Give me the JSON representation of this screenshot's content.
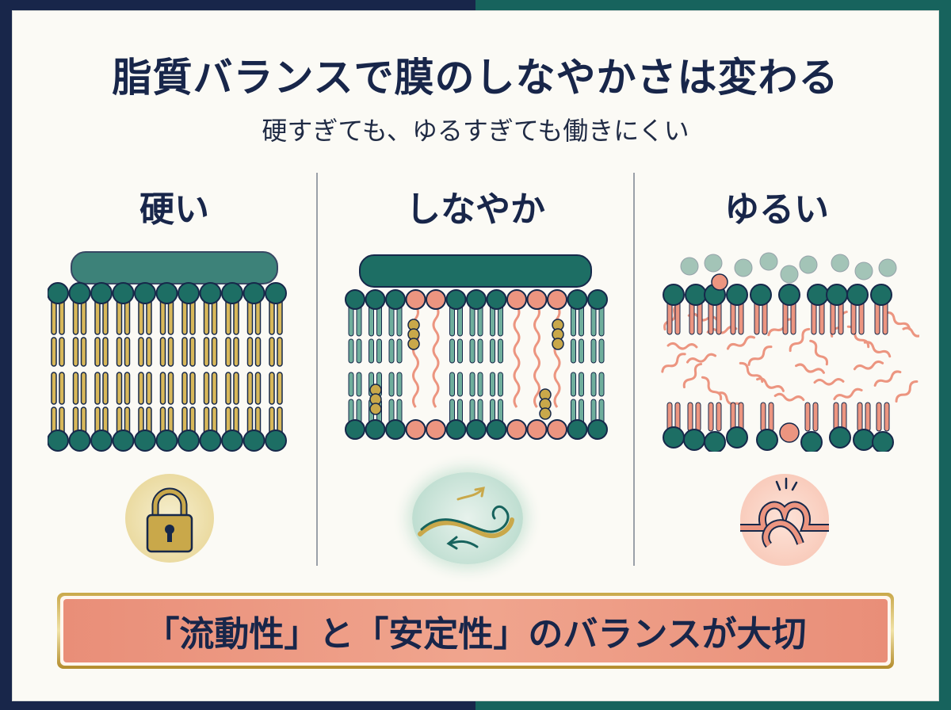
{
  "header": {
    "title": "脂質バランスで膜のしなやかさは変わる",
    "subtitle": "硬すぎても、ゆるすぎても働きにくい"
  },
  "columns": [
    {
      "label": "硬い",
      "icon": "lock-icon",
      "state": "rigid"
    },
    {
      "label": "しなやか",
      "icon": "flow-wave-icon",
      "state": "flexible"
    },
    {
      "label": "ゆるい",
      "icon": "tangled-knot-icon",
      "state": "loose"
    }
  ],
  "banner": {
    "text": "「流動性」と「安定性」のバランスが大切"
  },
  "colors": {
    "navy": "#18264a",
    "teal": "#17635d",
    "head_teal": "#1d6e64",
    "gold": "#c9a84a",
    "coral": "#ec9580",
    "mint": "#6fae9c",
    "paper": "#fbfaf5"
  }
}
